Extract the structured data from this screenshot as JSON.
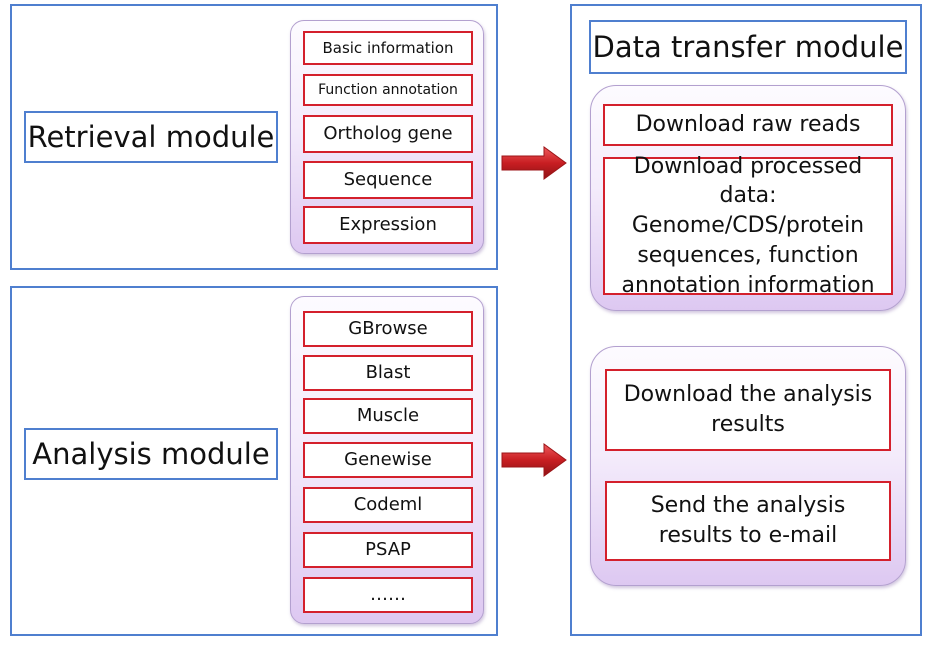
{
  "retrieval": {
    "title": "Retrieval module",
    "items": [
      "Basic information",
      "Function annotation",
      "Ortholog gene",
      "Sequence",
      "Expression"
    ]
  },
  "analysis": {
    "title": "Analysis module",
    "items": [
      "GBrowse",
      "Blast",
      "Muscle",
      "Genewise",
      "Codeml",
      "PSAP",
      "……"
    ]
  },
  "transfer": {
    "title": "Data transfer module",
    "group1": {
      "raw": "Download raw reads",
      "processed_lines": [
        "Download processed data:",
        "Genome/CDS/protein",
        "sequences, function",
        "annotation information"
      ]
    },
    "group2": {
      "analysis_lines": [
        "Download the analysis",
        "results"
      ],
      "email_lines": [
        "Send the analysis",
        "results to e-mail"
      ]
    }
  },
  "colors": {
    "panel_border": "#4f7fcf",
    "item_border": "#d4202c",
    "stack_fill": "#ddc8f1",
    "arrow": "#c81e22"
  }
}
